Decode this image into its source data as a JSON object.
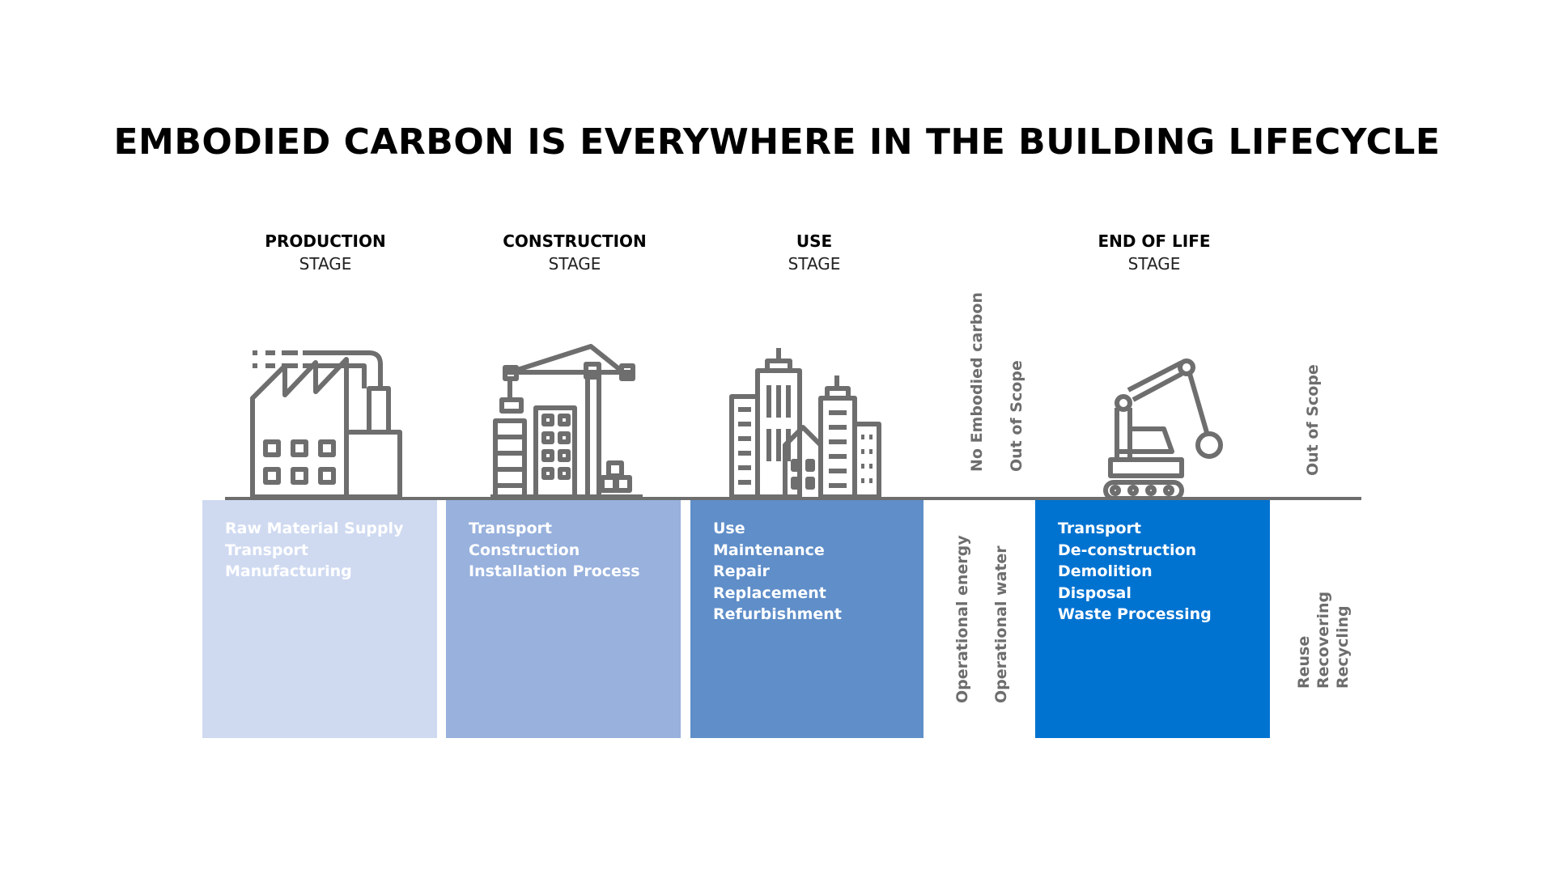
{
  "title": "EMBODIED CARBON IS EVERYWHERE IN THE BUILDING LIFECYCLE",
  "stages": [
    {
      "name": "PRODUCTION",
      "sub": "STAGE",
      "icon": "factory-icon",
      "color": "#cfdaf1",
      "items": [
        "Raw Material Supply",
        "Transport",
        "Manufacturing"
      ]
    },
    {
      "name": "CONSTRUCTION",
      "sub": "STAGE",
      "icon": "crane-icon",
      "color": "#98b1dd",
      "items": [
        "Transport",
        "Construction",
        "Installation Process"
      ]
    },
    {
      "name": "USE",
      "sub": "STAGE",
      "icon": "buildings-icon",
      "color": "#5f8ec9",
      "items": [
        "Use",
        "Maintenance",
        "Repair",
        "Replacement",
        "Refurbishment"
      ]
    },
    {
      "name": "END OF LIFE",
      "sub": "STAGE",
      "icon": "excavator-icon",
      "color": "#0073d1",
      "items": [
        "Transport",
        "De-construction",
        "Demolition",
        "Disposal",
        "Waste Processing"
      ]
    }
  ],
  "operational": {
    "upper": [
      "No Embodied carbon",
      "Out of Scope"
    ],
    "lower": [
      "Operational energy",
      "Operational water"
    ]
  },
  "beyond": {
    "upper": "Out of Scope",
    "lower": [
      "Reuse",
      "Recovering",
      "Recycling"
    ]
  },
  "icon_color": "#6e6e6e"
}
